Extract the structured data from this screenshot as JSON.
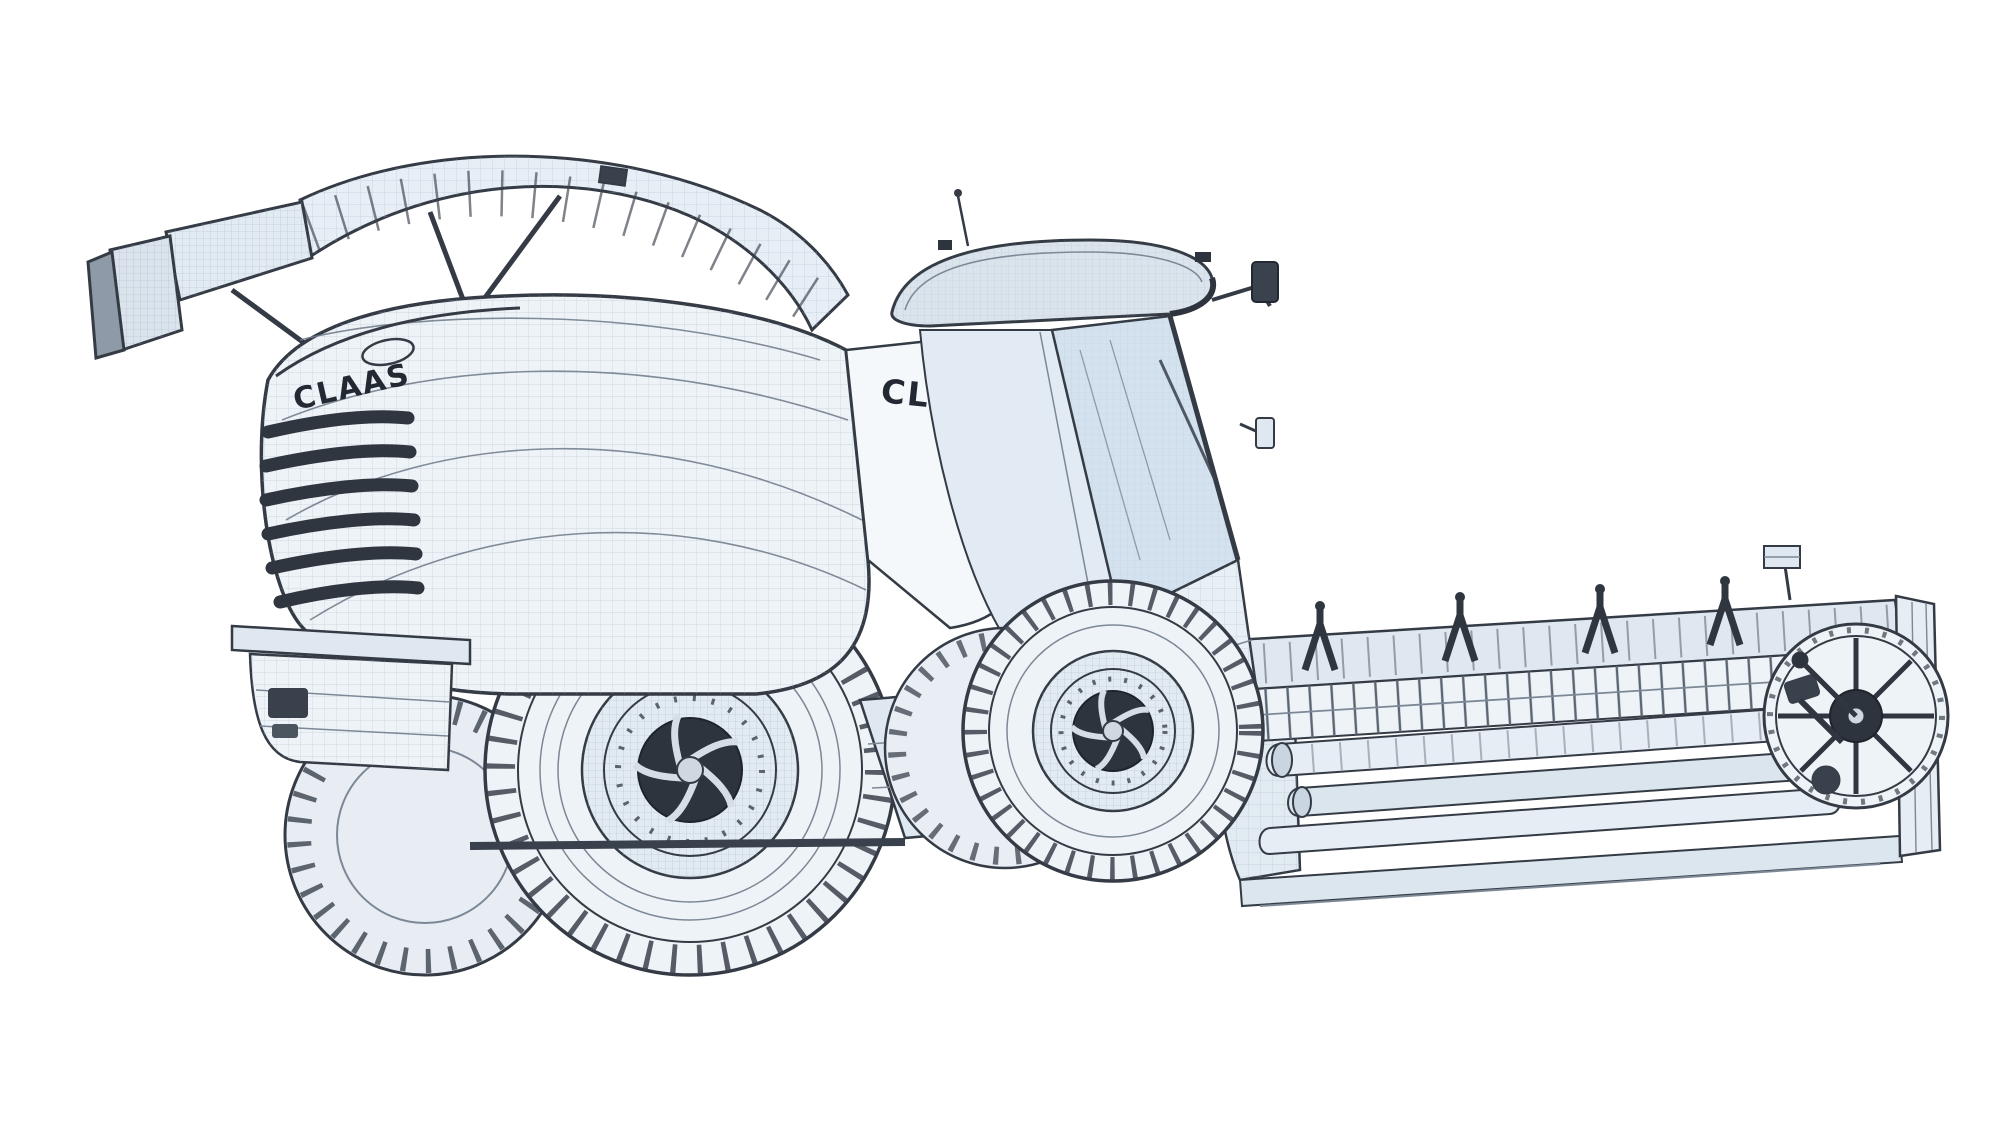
{
  "scene": {
    "description": "Wireframe 3D render of a CLAAS self-propelled forage harvester with front pickup header, white studio background",
    "style": "technical-wireframe-render",
    "background": "#ffffff"
  },
  "branding": {
    "hood_logo": "CLAAS",
    "cab_logo": "CLAAS"
  },
  "palette": {
    "outline": "#343b45",
    "line_soft": "#7c8896",
    "fill_light": "#eef3f8",
    "fill_mid": "#dfe8f0",
    "fill_shade": "#c9d6e2",
    "glass": "#d3e2ee",
    "dark_part": "#2e343d"
  }
}
